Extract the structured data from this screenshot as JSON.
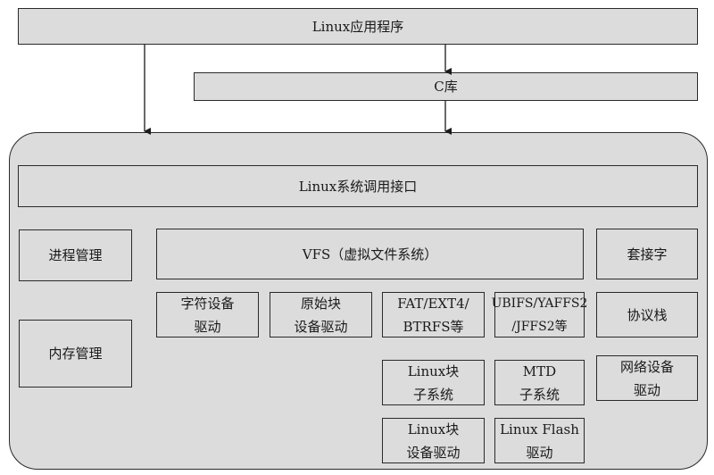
{
  "diagram": {
    "app_layer": "Linux应用程序",
    "c_library": "C库",
    "syscall_interface": "Linux系统调用接口",
    "process_mgmt": "进程管理",
    "memory_mgmt": "内存管理",
    "vfs": "VFS（虚拟文件系统）",
    "char_driver": [
      "字符设备",
      "驱动"
    ],
    "raw_block_driver": [
      "原始块",
      "设备驱动"
    ],
    "fat_ext4": [
      "FAT/EXT4/",
      "BTRFS等"
    ],
    "ubifs": [
      "UBIFS/YAFFS2",
      "/JFFS2等"
    ],
    "linux_block_subsystem": [
      "Linux块",
      "子系统"
    ],
    "mtd_subsystem": [
      "MTD",
      "子系统"
    ],
    "linux_block_driver": [
      "Linux块",
      "设备驱动"
    ],
    "linux_flash_driver": [
      "Linux Flash",
      "驱动"
    ],
    "socket": "套接字",
    "protocol_stack": "协议栈",
    "net_driver": [
      "网络设备",
      "驱动"
    ]
  }
}
